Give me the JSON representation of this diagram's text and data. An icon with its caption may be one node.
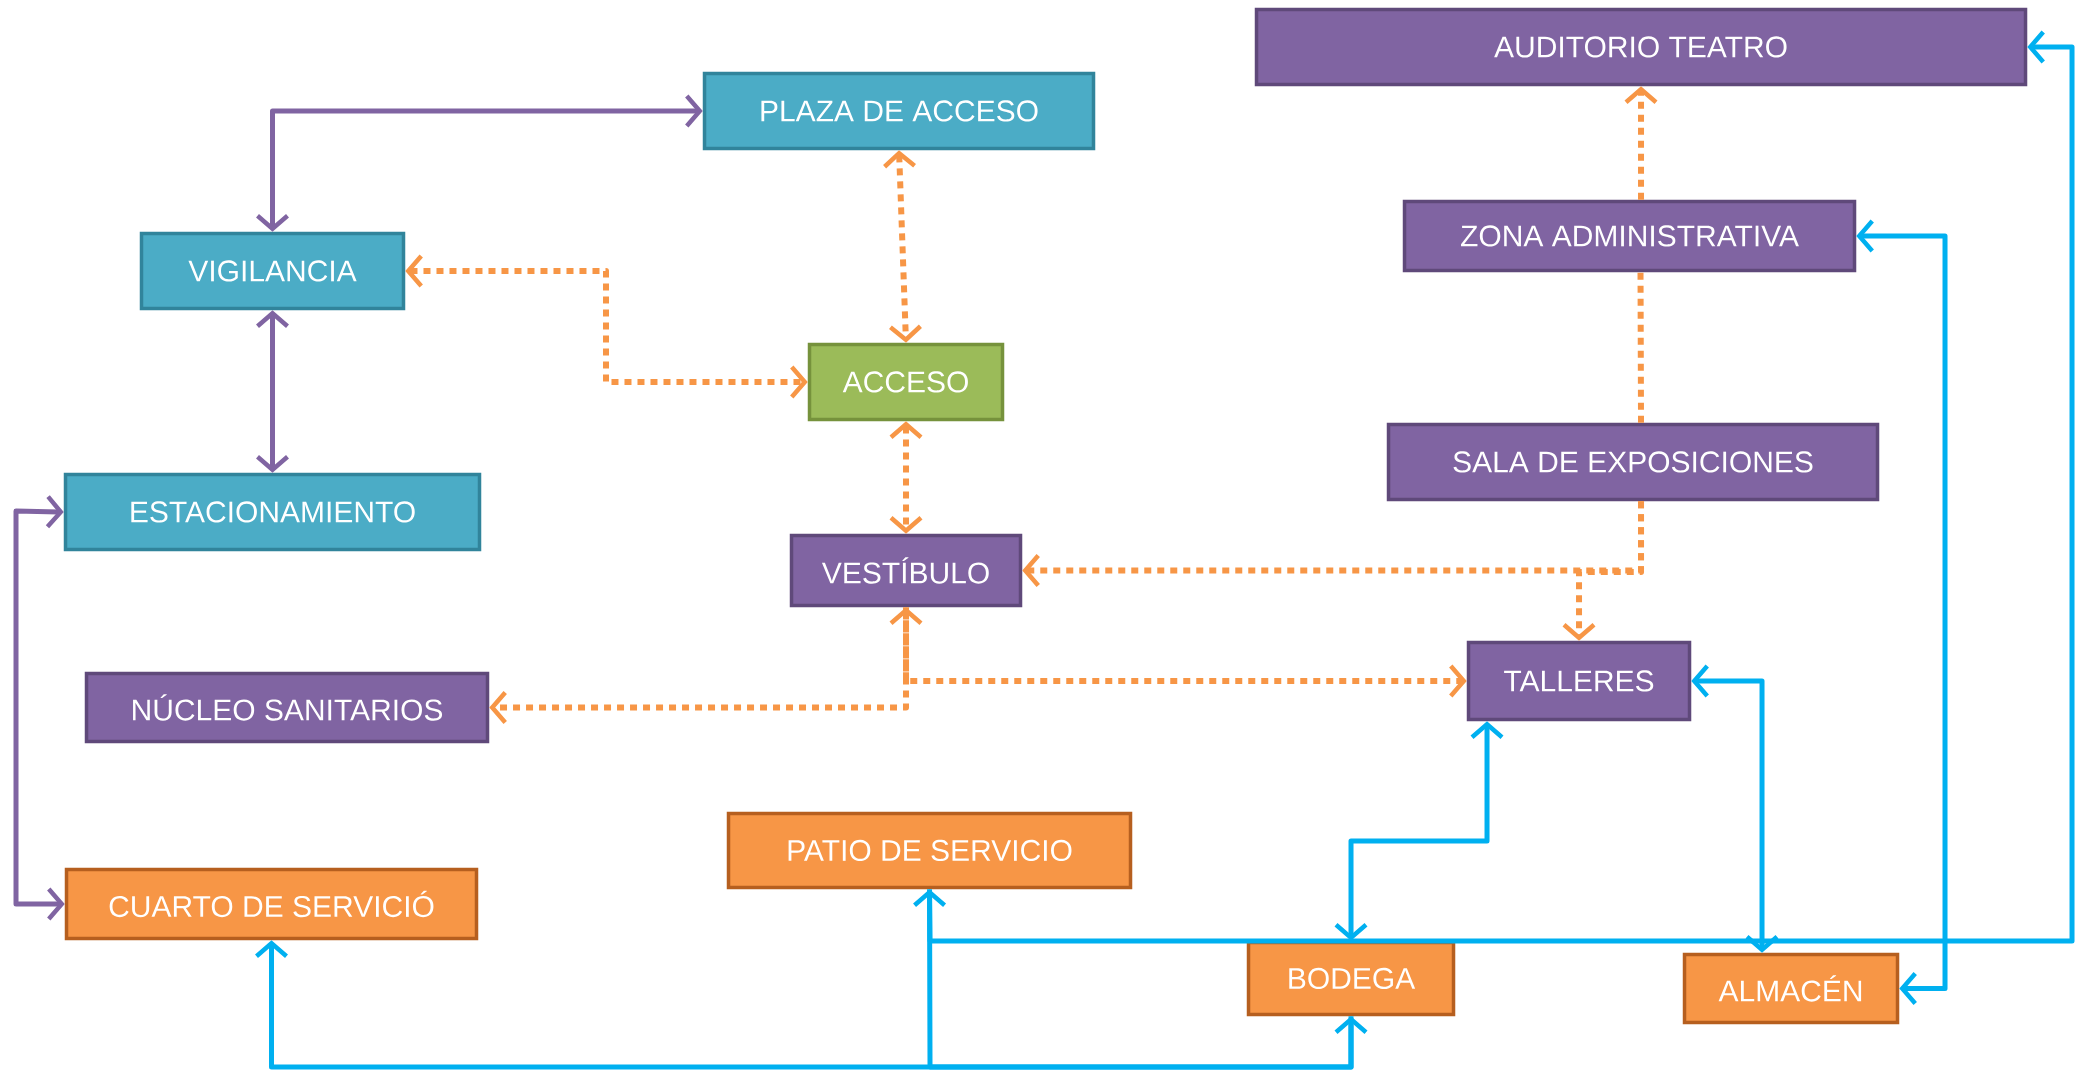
{
  "diagram": {
    "nodes": [
      {
        "text": [
          "AUDITORIO TEATRO"
        ]
      },
      {
        "text": [
          "PLAZA DE ACCESO"
        ]
      },
      {
        "text": [
          "VIGILANCIA"
        ]
      },
      {
        "text": [
          "ZONA ADMINISTRATIVA"
        ]
      },
      {
        "text": [
          "ACCESO"
        ]
      },
      {
        "text": [
          "SALA DE EXPOSICIONES"
        ]
      },
      {
        "text": [
          "ESTACIONAMIENTO"
        ]
      },
      {
        "text": [
          "VESTÍBULO"
        ]
      },
      {
        "text": [
          "TALLERES"
        ]
      },
      {
        "text": [
          "NÚCLEO SANITARIOS"
        ]
      },
      {
        "text": [
          "PATIO DE SERVICIO"
        ]
      },
      {
        "text": [
          "CUARTO DE SERVICIÓ"
        ]
      },
      {
        "text": [
          "BODEGA"
        ]
      },
      {
        "text": [
          "ALMACÉN"
        ]
      }
    ],
    "edges": [
      {
        "from": 2,
        "to": 1,
        "arrow": "both",
        "color": "#8064a2"
      },
      {
        "from": 2,
        "to": 6,
        "arrow": "both",
        "color": "#8064a2"
      },
      {
        "from": 6,
        "to": 11,
        "arrow": "both",
        "color": "#8064a2"
      },
      {
        "from": 1,
        "to": 4,
        "arrow": "both",
        "style": "dashed"
      },
      {
        "from": 2,
        "to": 4,
        "arrow": "both",
        "style": "dashed"
      },
      {
        "from": 4,
        "to": 7,
        "arrow": "both",
        "style": "dashed"
      },
      {
        "from": 3,
        "to": 0,
        "arrow": "to",
        "style": "dashed"
      },
      {
        "from": 5,
        "to": 3,
        "arrow": "none",
        "style": "dashed"
      },
      {
        "from": 5,
        "to": 7,
        "arrow": "to",
        "style": "dashed"
      },
      {
        "from": 5,
        "to": 8,
        "arrow": "to",
        "style": "dashed"
      },
      {
        "from": 7,
        "to": 9,
        "arrow": "both",
        "style": "dashed"
      },
      {
        "from": 7,
        "to": 8,
        "arrow": "to",
        "style": "dashed"
      },
      {
        "from": 11,
        "to": 12,
        "arrow": "both",
        "color": "#00b0f0"
      },
      {
        "from": 12,
        "to": 10,
        "arrow": "to",
        "color": "#00b0f0"
      },
      {
        "from": 10,
        "to": 0,
        "arrow": "to",
        "color": "#00b0f0"
      },
      {
        "from": 12,
        "to": 8,
        "arrow": "both",
        "color": "#00b0f0"
      },
      {
        "from": 8,
        "to": 13,
        "arrow": "both",
        "color": "#00b0f0"
      },
      {
        "from": 3,
        "to": 13,
        "arrow": "both",
        "color": "#00b0f0"
      }
    ]
  }
}
